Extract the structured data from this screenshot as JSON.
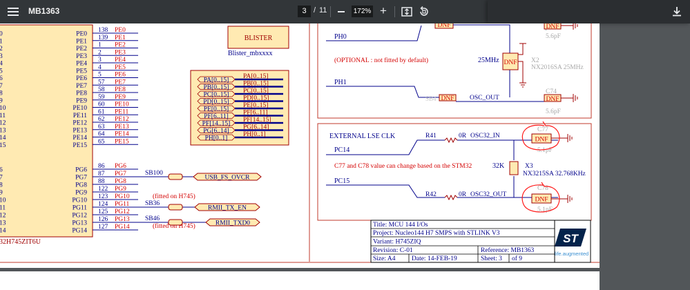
{
  "toolbar": {
    "title": "MB1363",
    "page_current": "3",
    "page_sep": "/",
    "page_total": "11",
    "zoom": "172%",
    "zoom_in_label": "+",
    "icons": [
      "menu-icon",
      "minus-icon",
      "plus-icon",
      "fit-page-icon",
      "rotate-icon",
      "download-icon"
    ]
  },
  "schematic": {
    "mcu_left": {
      "left_nums": [
        "0",
        "1",
        "2",
        "3",
        "4",
        "5",
        "6",
        "7",
        "8",
        "9",
        "10",
        "11",
        "12",
        "13",
        "14",
        "15"
      ],
      "pe_pins": [
        "PE0",
        "PE1",
        "PE2",
        "PE3",
        "PE4",
        "PE5",
        "PE6",
        "PE7",
        "PE8",
        "PE9",
        "PE10",
        "PE11",
        "PE12",
        "PE13",
        "PE14",
        "PE15"
      ],
      "pe_numbers": [
        "138",
        "139",
        "1",
        "2",
        "3",
        "4",
        "5",
        "57",
        "58",
        "59",
        "60",
        "61",
        "62",
        "63",
        "64",
        "65"
      ],
      "pe_nets": [
        "PE0",
        "PE1",
        "PE2",
        "PE3",
        "PE4",
        "PE5",
        "PE6",
        "PE7",
        "PE8",
        "PE9",
        "PE10",
        "PE11",
        "PE12",
        "PE13",
        "PE14",
        "PE15"
      ],
      "pg_left_nums": [
        "6",
        "7",
        "8",
        "9",
        "10",
        "11",
        "12",
        "13",
        "14"
      ],
      "pg_pins": [
        "PG6",
        "PG7",
        "PG8",
        "PG9",
        "PG10",
        "PG11",
        "PG12",
        "PG13",
        "PG14"
      ],
      "pg_numbers": [
        "86",
        "87",
        "88",
        "122",
        "123",
        "124",
        "125",
        "126",
        "127"
      ],
      "pg_nets": [
        "PG6",
        "PG7",
        "PG8",
        "PG9",
        "PG10",
        "PG11",
        "PG12",
        "PG13",
        "PG14"
      ],
      "part_name": "32H745ZIT6U"
    },
    "solder_bridges": {
      "sb100": "SB100",
      "sb36": "SB36",
      "sb46": "SB46",
      "fitted1": "(fitted on H745)",
      "fitted2": "(fitted on H745)"
    },
    "signals": {
      "usb": "USB_FS_OVCR",
      "rmii_tx_en": "RMII_TX_EN",
      "rmii_txd0": "RMII_TXD0"
    },
    "blister": {
      "label": "BLISTER",
      "caption": "Blister_mbxxxx"
    },
    "bus": {
      "left": [
        "PA[0..15]",
        "PB[0..15]",
        "PC[0..15]",
        "PD[0..15]",
        "PE[0..15]",
        "PF[6..11]",
        "PF[14..15]",
        "PG[6..14]",
        "PH[0..1]"
      ],
      "right": [
        "PA[0..15]",
        "PB[0..15]",
        "PC[0..15]",
        "PD[0..15]",
        "PE[0..15]",
        "PF[6..11]",
        "PF[14..15]",
        "PG[6..14]",
        "PH[0..1]"
      ]
    },
    "hse": {
      "ph0": "PH0",
      "ph1": "PH1",
      "optional": "(OPTIONAL : not fitted by default)",
      "freq": "25MHz",
      "crystal_ref": "X2",
      "crystal_part": "NX2016SA 25MHz",
      "dnf": "DNF",
      "c_top_val": "5.6pF",
      "c74": "C74",
      "c74_val": "5.6pF",
      "sb_faint": "SB4",
      "osc_out": "OSC_OUT",
      "val_1": "1"
    },
    "lse": {
      "title": "EXTERNAL LSE CLK",
      "pc14": "PC14",
      "pc15": "PC15",
      "r41": "R41",
      "r42": "R42",
      "r_val": "0R",
      "osc32_in": "OSC32_IN",
      "osc32_out": "OSC32_OUT",
      "note": "C77 and C78 value can change based on the STM32",
      "freq": "32K",
      "crystal_ref": "X3",
      "crystal_part": "NX3215SA 32.768KHz",
      "c77": "C77",
      "c78": "C78",
      "c_val": "5.1pF",
      "dnf": "DNF"
    },
    "title_block": {
      "title": "Title: MCU 144 I/Os",
      "project": "Project: Nucleo144 H7 SMPS with STLINK V3",
      "variant": "Variant: H745ZIQ",
      "revision": "Revision:  C-01",
      "reference": "Reference:  MB1363",
      "size": "Size: A4",
      "date": "Date:  14-FEB-19",
      "sheet": "Sheet:  3",
      "of": "of  9",
      "tagline": "life.augmented",
      "logo": "ST"
    }
  },
  "colors": {
    "toolbar_bg": "#323639",
    "viewer_bg": "#525659",
    "wire": "#00008b",
    "frame": "#c0392b",
    "component": "#a00000",
    "symbol_fill": "#ffeab2",
    "annotation": "#ff1a1a",
    "st_blue": "#03234b"
  }
}
